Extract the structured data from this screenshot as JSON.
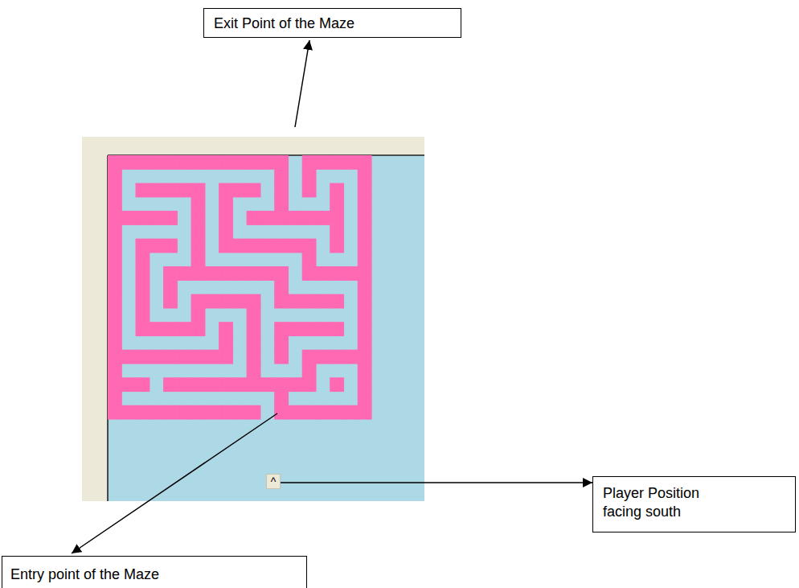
{
  "diagram": {
    "nodes": [
      {
        "text": [
          "Exit Point of the Maze"
        ]
      },
      {
        "text": [
          "Player Position facing south"
        ]
      },
      {
        "text": [
          "^"
        ]
      },
      {
        "text": [
          "Entry point of the Maze"
        ]
      }
    ],
    "edges": [
      {
        "from": 2,
        "to": 1,
        "arrow": "to"
      }
    ]
  }
}
